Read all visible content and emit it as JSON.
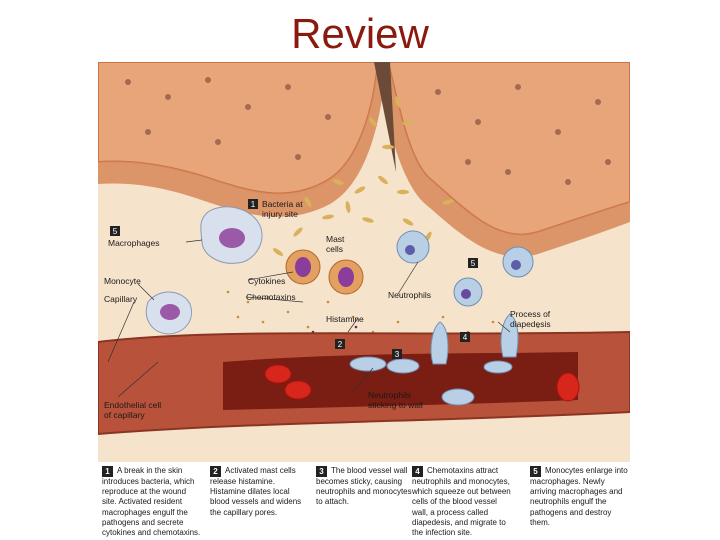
{
  "slide": {
    "title": "Review"
  },
  "diagram": {
    "labels": {
      "bacteria": [
        "Bacteria at",
        "injury site"
      ],
      "macrophages": "Macrophages",
      "mast_cells": [
        "Mast",
        "cells"
      ],
      "cytokines": "Cytokines",
      "chemotaxins": "Chemotaxins",
      "monocyte": "Monocyte",
      "capillary": "Capillary",
      "neutrophils": "Neutrophils",
      "histamine": "Histamine",
      "process": [
        "Process of",
        "diapedesis"
      ],
      "endothelial": [
        "Endothelial cell",
        "of capillary"
      ],
      "sticking": [
        "Neutrophils",
        "sticking to wall"
      ]
    },
    "markers": [
      "1",
      "2",
      "3",
      "4",
      "5",
      "5"
    ]
  },
  "steps": [
    {
      "num": "1",
      "text": "A break in the skin introduces bacteria, which reproduce at the wound site. Activated resident macrophages engulf the pathogens and secrete cytokines and chemotaxins."
    },
    {
      "num": "2",
      "text": "Activated mast cells release histamine. Histamine dilates local blood vessels and widens the capillary pores."
    },
    {
      "num": "3",
      "text": "The blood vessel wall becomes sticky, causing neutrophils and monocytes to attach."
    },
    {
      "num": "4",
      "text": "Chemotaxins attract neutrophils and monocytes, which squeeze out between cells of the blood vessel wall, a process called diapedesis, and migrate to the infection site."
    },
    {
      "num": "5",
      "text": "Monocytes enlarge into macrophages. Newly arriving macrophages and neutrophils engulf the pathogens and destroy them."
    }
  ],
  "colors": {
    "title": "#8b1a0e",
    "skin": "#e9a57a",
    "skin_dark": "#c97548",
    "tissue": "#f6e3cc",
    "capillary": "#b9523a",
    "blood": "#7a1d12",
    "rbc": "#d8261c",
    "wbc": "#a8c2e0",
    "mast": "#e3a060"
  }
}
